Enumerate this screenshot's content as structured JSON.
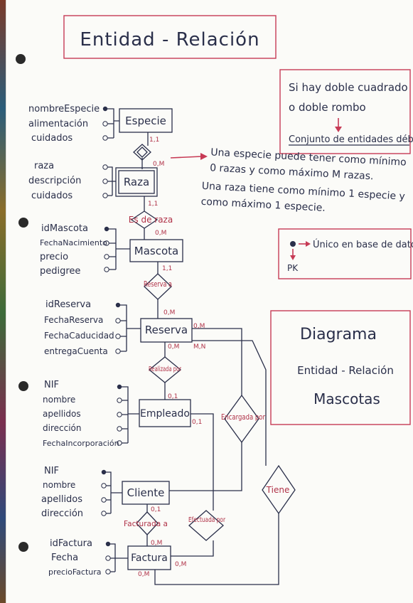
{
  "title": "Entidad - Relación",
  "legend_weak": {
    "line1": "Si hay doble cuadrado",
    "line2": "o doble rombo",
    "line3": "Conjunto de entidades débiles"
  },
  "legend_pk": {
    "text": "Único en base de datos",
    "pk": "PK"
  },
  "diagram_label": {
    "line1": "Diagrama",
    "line2": "Entidad - Relación",
    "line3": "Mascotas"
  },
  "note": {
    "line1": "Una especie puede tener como mínimo",
    "line2": "0 razas y como máximo M razas.",
    "line3": "Una raza tiene como mínimo 1 especie y",
    "line4": "como máximo 1 especie."
  },
  "entities": {
    "especie": {
      "name": "Especie",
      "attributes": [
        {
          "label": "nombreEspecie",
          "pk": true
        },
        {
          "label": "alimentación",
          "pk": false
        },
        {
          "label": "cuidados",
          "pk": false
        }
      ]
    },
    "raza": {
      "name": "Raza",
      "attributes": [
        {
          "label": "raza",
          "pk": false
        },
        {
          "label": "descripción",
          "pk": false
        },
        {
          "label": "cuidados",
          "pk": false
        }
      ]
    },
    "mascota": {
      "name": "Mascota",
      "attributes": [
        {
          "label": "idMascota",
          "pk": true
        },
        {
          "label": "FechaNacimiento",
          "pk": false
        },
        {
          "label": "precio",
          "pk": false
        },
        {
          "label": "pedigree",
          "pk": false
        }
      ]
    },
    "reserva": {
      "name": "Reserva",
      "attributes": [
        {
          "label": "idReserva",
          "pk": true
        },
        {
          "label": "FechaReserva",
          "pk": false
        },
        {
          "label": "FechaCaducidad",
          "pk": false
        },
        {
          "label": "entregaCuenta",
          "pk": false
        }
      ]
    },
    "empleado": {
      "name": "Empleado",
      "attributes": [
        {
          "label": "NIF",
          "pk": true
        },
        {
          "label": "nombre",
          "pk": false
        },
        {
          "label": "apellidos",
          "pk": false
        },
        {
          "label": "dirección",
          "pk": false
        },
        {
          "label": "FechaIncorporación",
          "pk": false
        }
      ]
    },
    "cliente": {
      "name": "Cliente",
      "attributes": [
        {
          "label": "NIF",
          "pk": true
        },
        {
          "label": "nombre",
          "pk": false
        },
        {
          "label": "apellidos",
          "pk": false
        },
        {
          "label": "dirección",
          "pk": false
        }
      ]
    },
    "factura": {
      "name": "Factura",
      "attributes": [
        {
          "label": "idFactura",
          "pk": true
        },
        {
          "label": "Fecha",
          "pk": false
        },
        {
          "label": "precioFactura",
          "pk": false
        }
      ]
    }
  },
  "relationships": {
    "es_de_raza": "Es de raza",
    "reserva_a": "Reserva a",
    "realizada_por": "Realizada por",
    "encargada_por": "Encargada por",
    "tiene": "Tiene",
    "facturada_a": "Facturada a",
    "efectuada_por": "Efectuada por"
  },
  "cardinalities": {
    "especie_raza_top": "1,1",
    "especie_raza_bottom": "0,M",
    "raza_mascota_top": "1,1",
    "raza_mascota_bottom": "0,M",
    "mascota_reserva_top": "1,1",
    "mascota_reserva_bottom": "0,M",
    "reserva_right": "0,M",
    "reserva_bottom": "0,M",
    "reserva_mn": "M,N",
    "empleado_bottom": "0,1",
    "empleado_right": "0,1",
    "cliente_bottom": "0,1",
    "factura_top": "0,M",
    "factura_left": "0,M",
    "factura_right": "0,M"
  },
  "colors": {
    "ink": "#2a2f4a",
    "accent": "#c73a55"
  }
}
